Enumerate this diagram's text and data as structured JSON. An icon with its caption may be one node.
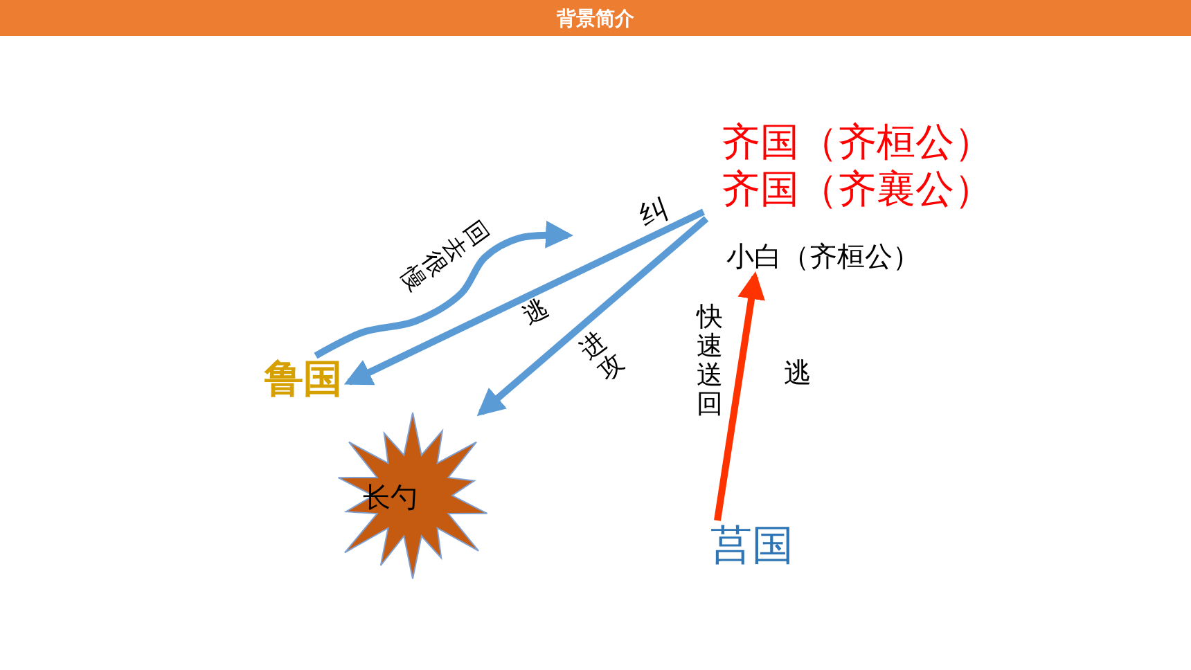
{
  "diagram": {
    "title": "背景简介",
    "nodes": [
      {
        "text": [
          "齐国（齐桓公）",
          "齐国（齐襄公）"
        ]
      },
      {
        "text": [
          "小白（齐桓公）"
        ]
      },
      {
        "text": [
          "鲁国"
        ]
      },
      {
        "text": [
          "长勺"
        ]
      },
      {
        "text": [
          "莒国"
        ]
      }
    ],
    "edges": [
      {
        "from": 0,
        "to": 2,
        "arrow": "to",
        "label": "逃"
      },
      {
        "from": 0,
        "to": 3,
        "arrow": "to",
        "label": "进攻"
      },
      {
        "from": 2,
        "to": null,
        "arrow": "to",
        "label": "回去很慢"
      },
      {
        "from": 4,
        "to": 1,
        "arrow": "to",
        "label": "快速送回",
        "color": "#ff3300"
      }
    ],
    "labels": [
      "纠",
      "逃"
    ]
  }
}
